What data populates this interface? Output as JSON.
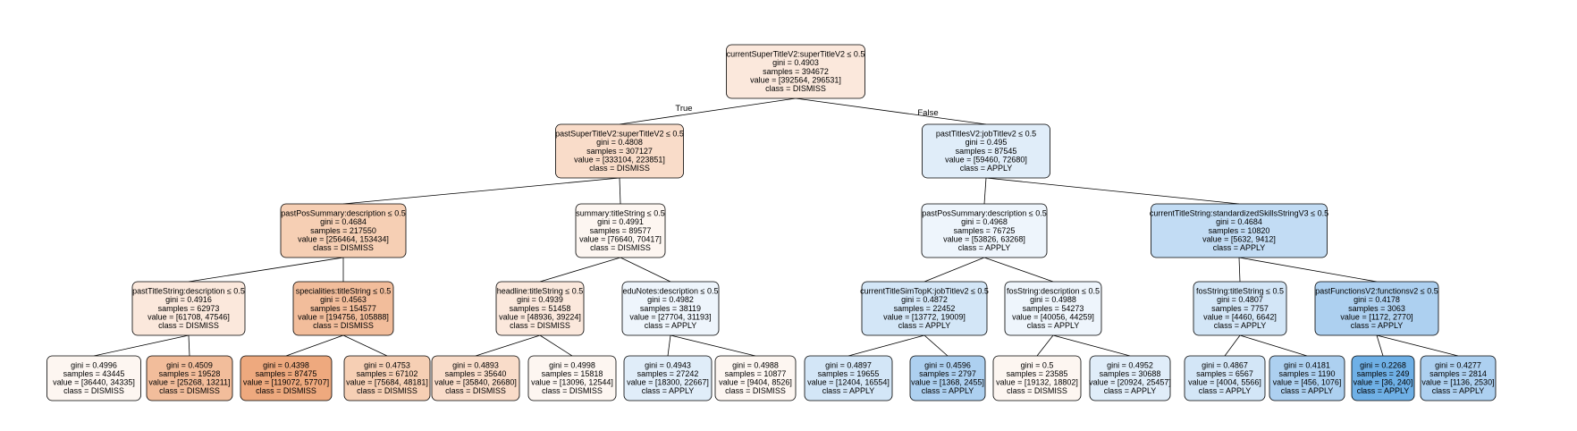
{
  "colors": {
    "dismiss_fill_scale": [
      "#fdf6f1",
      "#fbe8dc",
      "#f9dcc9",
      "#f6cfb4",
      "#f2bd9b",
      "#eea97e"
    ],
    "apply_fill_scale": [
      "#eef5fc",
      "#e0edf9",
      "#d3e6f7",
      "#c2dcf4",
      "#add0f0",
      "#6fb0e6"
    ],
    "line": "#000000"
  },
  "edge_labels": {
    "true": "True",
    "false": "False"
  },
  "nodes": [
    {
      "id": "n0",
      "lines": [
        "currentSuperTitleV2:superTitleV2 ≤ 0.5",
        "gini = 0.4903",
        "samples = 394672",
        "value = [392564, 296531]",
        "class = DISMISS"
      ],
      "class": "DISMISS",
      "shade": 1
    },
    {
      "id": "n1",
      "lines": [
        "pastSuperTitleV2:superTitleV2 ≤ 0.5",
        "gini = 0.4808",
        "samples = 307127",
        "value = [333104, 223851]",
        "class = DISMISS"
      ],
      "class": "DISMISS",
      "shade": 2
    },
    {
      "id": "n2",
      "lines": [
        "pastTitlesV2:jobTitlev2 ≤ 0.5",
        "gini = 0.495",
        "samples = 87545",
        "value = [59460, 72680]",
        "class = APPLY"
      ],
      "class": "APPLY",
      "shade": 1
    },
    {
      "id": "n3",
      "lines": [
        "pastPosSummary:description ≤ 0.5",
        "gini = 0.4684",
        "samples = 217550",
        "value = [256464, 153434]",
        "class = DISMISS"
      ],
      "class": "DISMISS",
      "shade": 3
    },
    {
      "id": "n4",
      "lines": [
        "summary:titleString ≤ 0.5",
        "gini = 0.4991",
        "samples = 89577",
        "value = [76640, 70417]",
        "class = DISMISS"
      ],
      "class": "DISMISS",
      "shade": 0
    },
    {
      "id": "n5",
      "lines": [
        "pastPosSummary:description ≤ 0.5",
        "gini = 0.4968",
        "samples = 76725",
        "value = [53826, 63268]",
        "class = APPLY"
      ],
      "class": "APPLY",
      "shade": 0
    },
    {
      "id": "n6",
      "lines": [
        "currentTitleString:standardizedSkillsStringV3 ≤ 0.5",
        "gini = 0.4684",
        "samples = 10820",
        "value = [5632, 9412]",
        "class = APPLY"
      ],
      "class": "APPLY",
      "shade": 3
    },
    {
      "id": "n7",
      "lines": [
        "pastTitleString:description ≤ 0.5",
        "gini = 0.4916",
        "samples = 62973",
        "value = [61708, 47546]",
        "class = DISMISS"
      ],
      "class": "DISMISS",
      "shade": 1
    },
    {
      "id": "n8",
      "lines": [
        "specialities:titleString ≤ 0.5",
        "gini = 0.4563",
        "samples = 154577",
        "value = [194756, 105888]",
        "class = DISMISS"
      ],
      "class": "DISMISS",
      "shade": 4
    },
    {
      "id": "n9",
      "lines": [
        "headline:titleString ≤ 0.5",
        "gini = 0.4939",
        "samples = 51458",
        "value = [48936, 39224]",
        "class = DISMISS"
      ],
      "class": "DISMISS",
      "shade": 1
    },
    {
      "id": "n10",
      "lines": [
        "eduNotes:description ≤ 0.5",
        "gini = 0.4982",
        "samples = 38119",
        "value = [27704, 31193]",
        "class = APPLY"
      ],
      "class": "APPLY",
      "shade": 0
    },
    {
      "id": "n11",
      "lines": [
        "currentTitleSimTopK:jobTitlev2 ≤ 0.5",
        "gini = 0.4872",
        "samples = 22452",
        "value = [13772, 19009]",
        "class = APPLY"
      ],
      "class": "APPLY",
      "shade": 2
    },
    {
      "id": "n12",
      "lines": [
        "fosString:description ≤ 0.5",
        "gini = 0.4988",
        "samples = 54273",
        "value = [40056, 44259]",
        "class = APPLY"
      ],
      "class": "APPLY",
      "shade": 0
    },
    {
      "id": "n13",
      "lines": [
        "fosString:titleString ≤ 0.5",
        "gini = 0.4807",
        "samples = 7757",
        "value = [4460, 6642]",
        "class = APPLY"
      ],
      "class": "APPLY",
      "shade": 2
    },
    {
      "id": "n14",
      "lines": [
        "pastFunctionsV2:functionsv2 ≤ 0.5",
        "gini = 0.4178",
        "samples = 3063",
        "value = [1172, 2770]",
        "class = APPLY"
      ],
      "class": "APPLY",
      "shade": 4
    },
    {
      "id": "n15",
      "lines": [
        "gini = 0.4996",
        "samples = 43445",
        "value = [36440, 34335]",
        "class = DISMISS"
      ],
      "class": "DISMISS",
      "shade": 0
    },
    {
      "id": "n16",
      "lines": [
        "gini = 0.4509",
        "samples = 19528",
        "value = [25268, 13211]",
        "class = DISMISS"
      ],
      "class": "DISMISS",
      "shade": 4
    },
    {
      "id": "n17",
      "lines": [
        "gini = 0.4398",
        "samples = 87475",
        "value = [119072, 57707]",
        "class = DISMISS"
      ],
      "class": "DISMISS",
      "shade": 5
    },
    {
      "id": "n18",
      "lines": [
        "gini = 0.4753",
        "samples = 67102",
        "value = [75684, 48181]",
        "class = DISMISS"
      ],
      "class": "DISMISS",
      "shade": 3
    },
    {
      "id": "n19",
      "lines": [
        "gini = 0.4893",
        "samples = 35640",
        "value = [35840, 26680]",
        "class = DISMISS"
      ],
      "class": "DISMISS",
      "shade": 2
    },
    {
      "id": "n20",
      "lines": [
        "gini = 0.4998",
        "samples = 15818",
        "value = [13096, 12544]",
        "class = DISMISS"
      ],
      "class": "DISMISS",
      "shade": 0
    },
    {
      "id": "n21",
      "lines": [
        "gini = 0.4943",
        "samples = 27242",
        "value = [18300, 22667]",
        "class = APPLY"
      ],
      "class": "APPLY",
      "shade": 1
    },
    {
      "id": "n22",
      "lines": [
        "gini = 0.4988",
        "samples = 10877",
        "value = [9404, 8526]",
        "class = DISMISS"
      ],
      "class": "DISMISS",
      "shade": 0
    },
    {
      "id": "n23",
      "lines": [
        "gini = 0.4897",
        "samples = 19655",
        "value = [12404, 16554]",
        "class = APPLY"
      ],
      "class": "APPLY",
      "shade": 2
    },
    {
      "id": "n24",
      "lines": [
        "gini = 0.4596",
        "samples = 2797",
        "value = [1368, 2455]",
        "class = APPLY"
      ],
      "class": "APPLY",
      "shade": 4
    },
    {
      "id": "n25",
      "lines": [
        "gini = 0.5",
        "samples = 23585",
        "value = [19132, 18802]",
        "class = DISMISS"
      ],
      "class": "DISMISS",
      "shade": 0
    },
    {
      "id": "n26",
      "lines": [
        "gini = 0.4952",
        "samples = 30688",
        "value = [20924, 25457]",
        "class = APPLY"
      ],
      "class": "APPLY",
      "shade": 1
    },
    {
      "id": "n27",
      "lines": [
        "gini = 0.4867",
        "samples = 6567",
        "value = [4004, 5566]",
        "class = APPLY"
      ],
      "class": "APPLY",
      "shade": 2
    },
    {
      "id": "n28",
      "lines": [
        "gini = 0.4181",
        "samples = 1190",
        "value = [456, 1076]",
        "class = APPLY"
      ],
      "class": "APPLY",
      "shade": 4
    },
    {
      "id": "n29",
      "lines": [
        "gini = 0.2268",
        "samples = 249",
        "value = [36, 240]",
        "class = APPLY"
      ],
      "class": "APPLY",
      "shade": 5
    },
    {
      "id": "n30",
      "lines": [
        "gini = 0.4277",
        "samples = 2814",
        "value = [1136, 2530]",
        "class = APPLY"
      ],
      "class": "APPLY",
      "shade": 4
    }
  ],
  "edges": [
    [
      "n0",
      "n1"
    ],
    [
      "n0",
      "n2"
    ],
    [
      "n1",
      "n3"
    ],
    [
      "n1",
      "n4"
    ],
    [
      "n2",
      "n5"
    ],
    [
      "n2",
      "n6"
    ],
    [
      "n3",
      "n7"
    ],
    [
      "n3",
      "n8"
    ],
    [
      "n4",
      "n9"
    ],
    [
      "n4",
      "n10"
    ],
    [
      "n5",
      "n11"
    ],
    [
      "n5",
      "n12"
    ],
    [
      "n6",
      "n13"
    ],
    [
      "n6",
      "n14"
    ],
    [
      "n7",
      "n15"
    ],
    [
      "n7",
      "n16"
    ],
    [
      "n8",
      "n17"
    ],
    [
      "n8",
      "n18"
    ],
    [
      "n9",
      "n19"
    ],
    [
      "n9",
      "n20"
    ],
    [
      "n10",
      "n21"
    ],
    [
      "n10",
      "n22"
    ],
    [
      "n11",
      "n23"
    ],
    [
      "n11",
      "n24"
    ],
    [
      "n12",
      "n25"
    ],
    [
      "n12",
      "n26"
    ],
    [
      "n13",
      "n27"
    ],
    [
      "n13",
      "n28"
    ],
    [
      "n14",
      "n29"
    ],
    [
      "n14",
      "n30"
    ]
  ]
}
